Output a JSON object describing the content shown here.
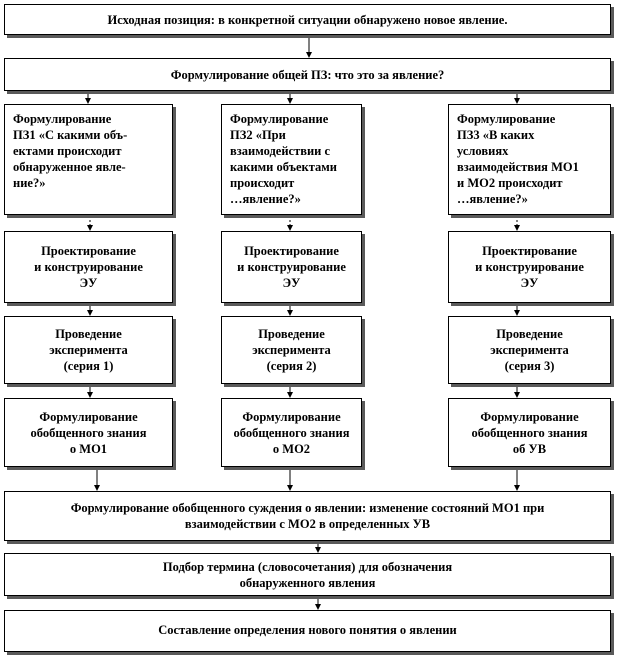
{
  "colors": {
    "line": "#000000",
    "shadow": "#5a5a5a",
    "background": "#ffffff"
  },
  "diagram": {
    "start": "Исходная позиция: в конкретной ситуации обнаружено новое явление.",
    "general_question": "Формулирование общей ПЗ: что это за явление?",
    "columns": [
      {
        "question": "Формулирование\nПЗ1 «С какими объ-\nектами происходит\nобнаруженное явле-\nние?»",
        "design": "Проектирование\nи конструирование\nЭУ",
        "experiment": "Проведение\nэксперимента\n(серия 1)",
        "knowledge": "Формулирование\nобобщенного знания\nо МО1"
      },
      {
        "question": "Формулирование\nПЗ2 «При\nвзаимодействии с\nкакими объектами\nпроисходит\n…явление?»",
        "design": "Проектирование\nи конструирование\nЭУ",
        "experiment": "Проведение\nэксперимента\n(серия 2)",
        "knowledge": "Формулирование\nобобщенного знания\nо МО2"
      },
      {
        "question": "Формулирование\nПЗ3 «В каких\nусловиях\nвзаимодействия МО1\nи МО2 происходит\n…явление?»",
        "design": "Проектирование\nи конструирование\nЭУ",
        "experiment": "Проведение\nэксперимента\n(серия 3)",
        "knowledge": "Формулирование\nобобщенного знания\nоб УВ"
      }
    ],
    "generalized_judgment": "Формулирование обобщенного суждения о явлении: изменение состояний МО1 при\nвзаимодействии с МО2 в определенных УВ",
    "term_selection": "Подбор термина (словосочетания) для обозначения\nобнаруженного явления",
    "definition": "Составление определения нового понятия о явлении"
  }
}
